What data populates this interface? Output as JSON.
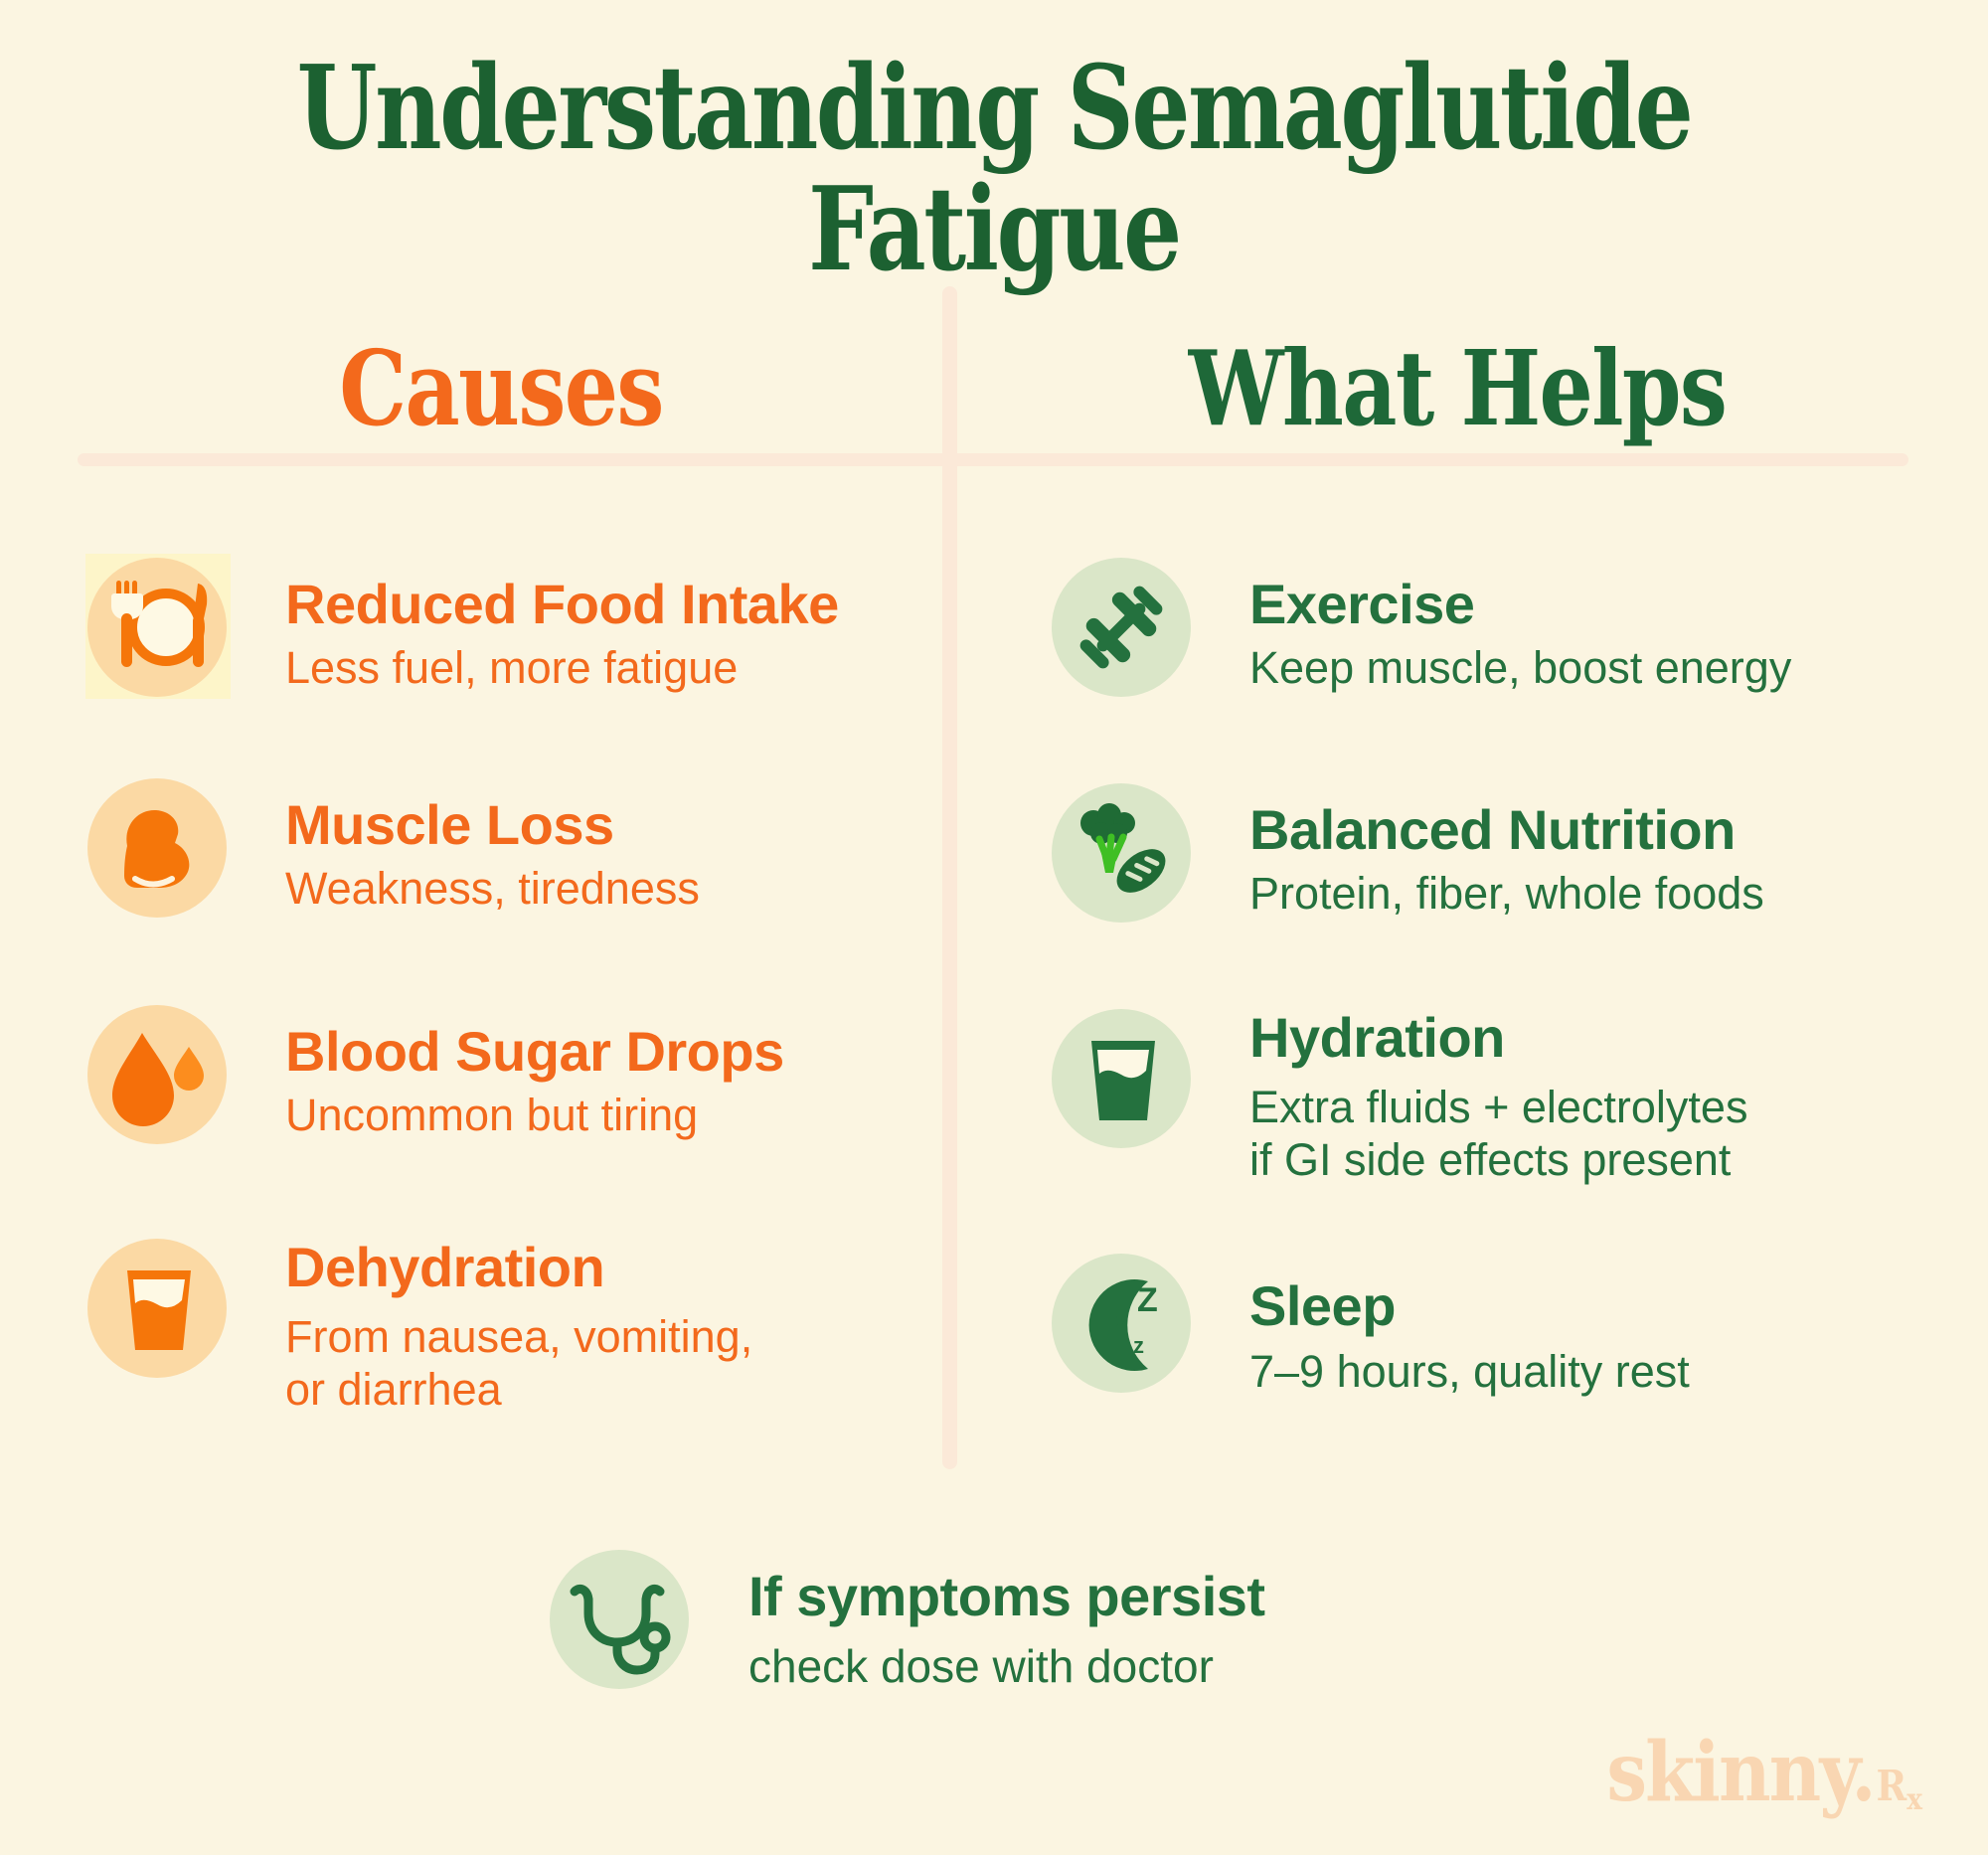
{
  "page": {
    "title": "Understanding Semaglutide Fatigue"
  },
  "columns": {
    "causes": {
      "header": "Causes",
      "items": [
        {
          "icon": "plate-cutlery-icon",
          "title": "Reduced Food Intake",
          "subtitle": "Less fuel, more fatigue"
        },
        {
          "icon": "bicep-icon",
          "title": "Muscle Loss",
          "subtitle": "Weakness, tiredness"
        },
        {
          "icon": "droplets-icon",
          "title": "Blood Sugar Drops",
          "subtitle": "Uncommon but tiring"
        },
        {
          "icon": "drinking-glass-icon",
          "title": "Dehydration",
          "subtitle": "From nausea, vomiting,\nor diarrhea"
        }
      ]
    },
    "what_helps": {
      "header": "What Helps",
      "items": [
        {
          "icon": "dumbbell-icon",
          "title": "Exercise",
          "subtitle": "Keep muscle, boost energy"
        },
        {
          "icon": "broccoli-steak-icon",
          "title": "Balanced Nutrition",
          "subtitle": "Protein, fiber, whole foods"
        },
        {
          "icon": "water-glass-icon",
          "title": "Hydration",
          "subtitle": "Extra fluids + electrolytes\nif GI side effects present"
        },
        {
          "icon": "moon-zzz-icon",
          "title": "Sleep",
          "subtitle": "7–9 hours, quality rest"
        }
      ]
    }
  },
  "footer": {
    "icon": "stethoscope-icon",
    "title": "If symptoms persist",
    "subtitle": "check dose with doctor"
  },
  "brand": {
    "name": "skinny.",
    "rx_r": "R",
    "rx_x": "x"
  },
  "icons": {
    "sleep_z_large": "Z",
    "sleep_z_medium": "z",
    "sleep_z_small": "z"
  },
  "colors": {
    "background": "#FBF5E1",
    "heading_green": "#1C6131",
    "text_green": "#24713E",
    "orange": "#F3691C",
    "icon_orange": "#F5760A",
    "peach_circle": "#FBD9A4",
    "green_circle": "#DAE6C8",
    "pale_tile": "#FDF5C9",
    "divider": "#FBE9D8",
    "broccoli_bright_green": "#3FBF24",
    "logo_peach": "#F9D6B2"
  }
}
